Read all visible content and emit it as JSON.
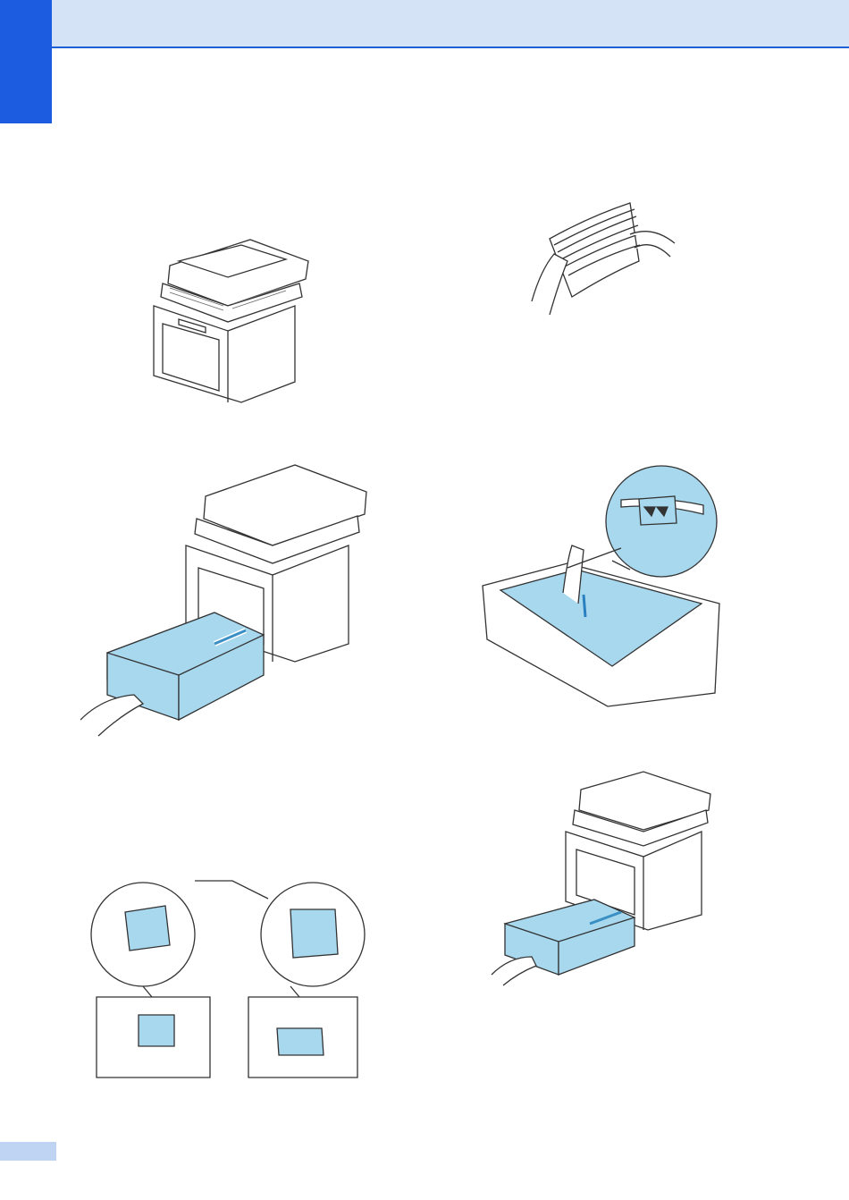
{
  "page": {
    "header_color": "#d5e3f7",
    "header_rule_color": "#1f5fd6",
    "chapter_tab_color": "#1c5ce0",
    "footer_tab_color": "#bfd4f3",
    "illustration_accent": "#a8d8ee"
  },
  "figures": [
    {
      "name": "machine-front",
      "icon": "printer-icon"
    },
    {
      "name": "fan-paper-stack",
      "icon": "paper-stack-icon"
    },
    {
      "name": "pull-out-tray",
      "icon": "tray-pull-icon"
    },
    {
      "name": "load-paper-in-tray",
      "icon": "paper-load-icon"
    },
    {
      "name": "adjust-paper-guides",
      "icon": "paper-guide-icon"
    },
    {
      "name": "insert-tray",
      "icon": "tray-insert-icon"
    }
  ]
}
